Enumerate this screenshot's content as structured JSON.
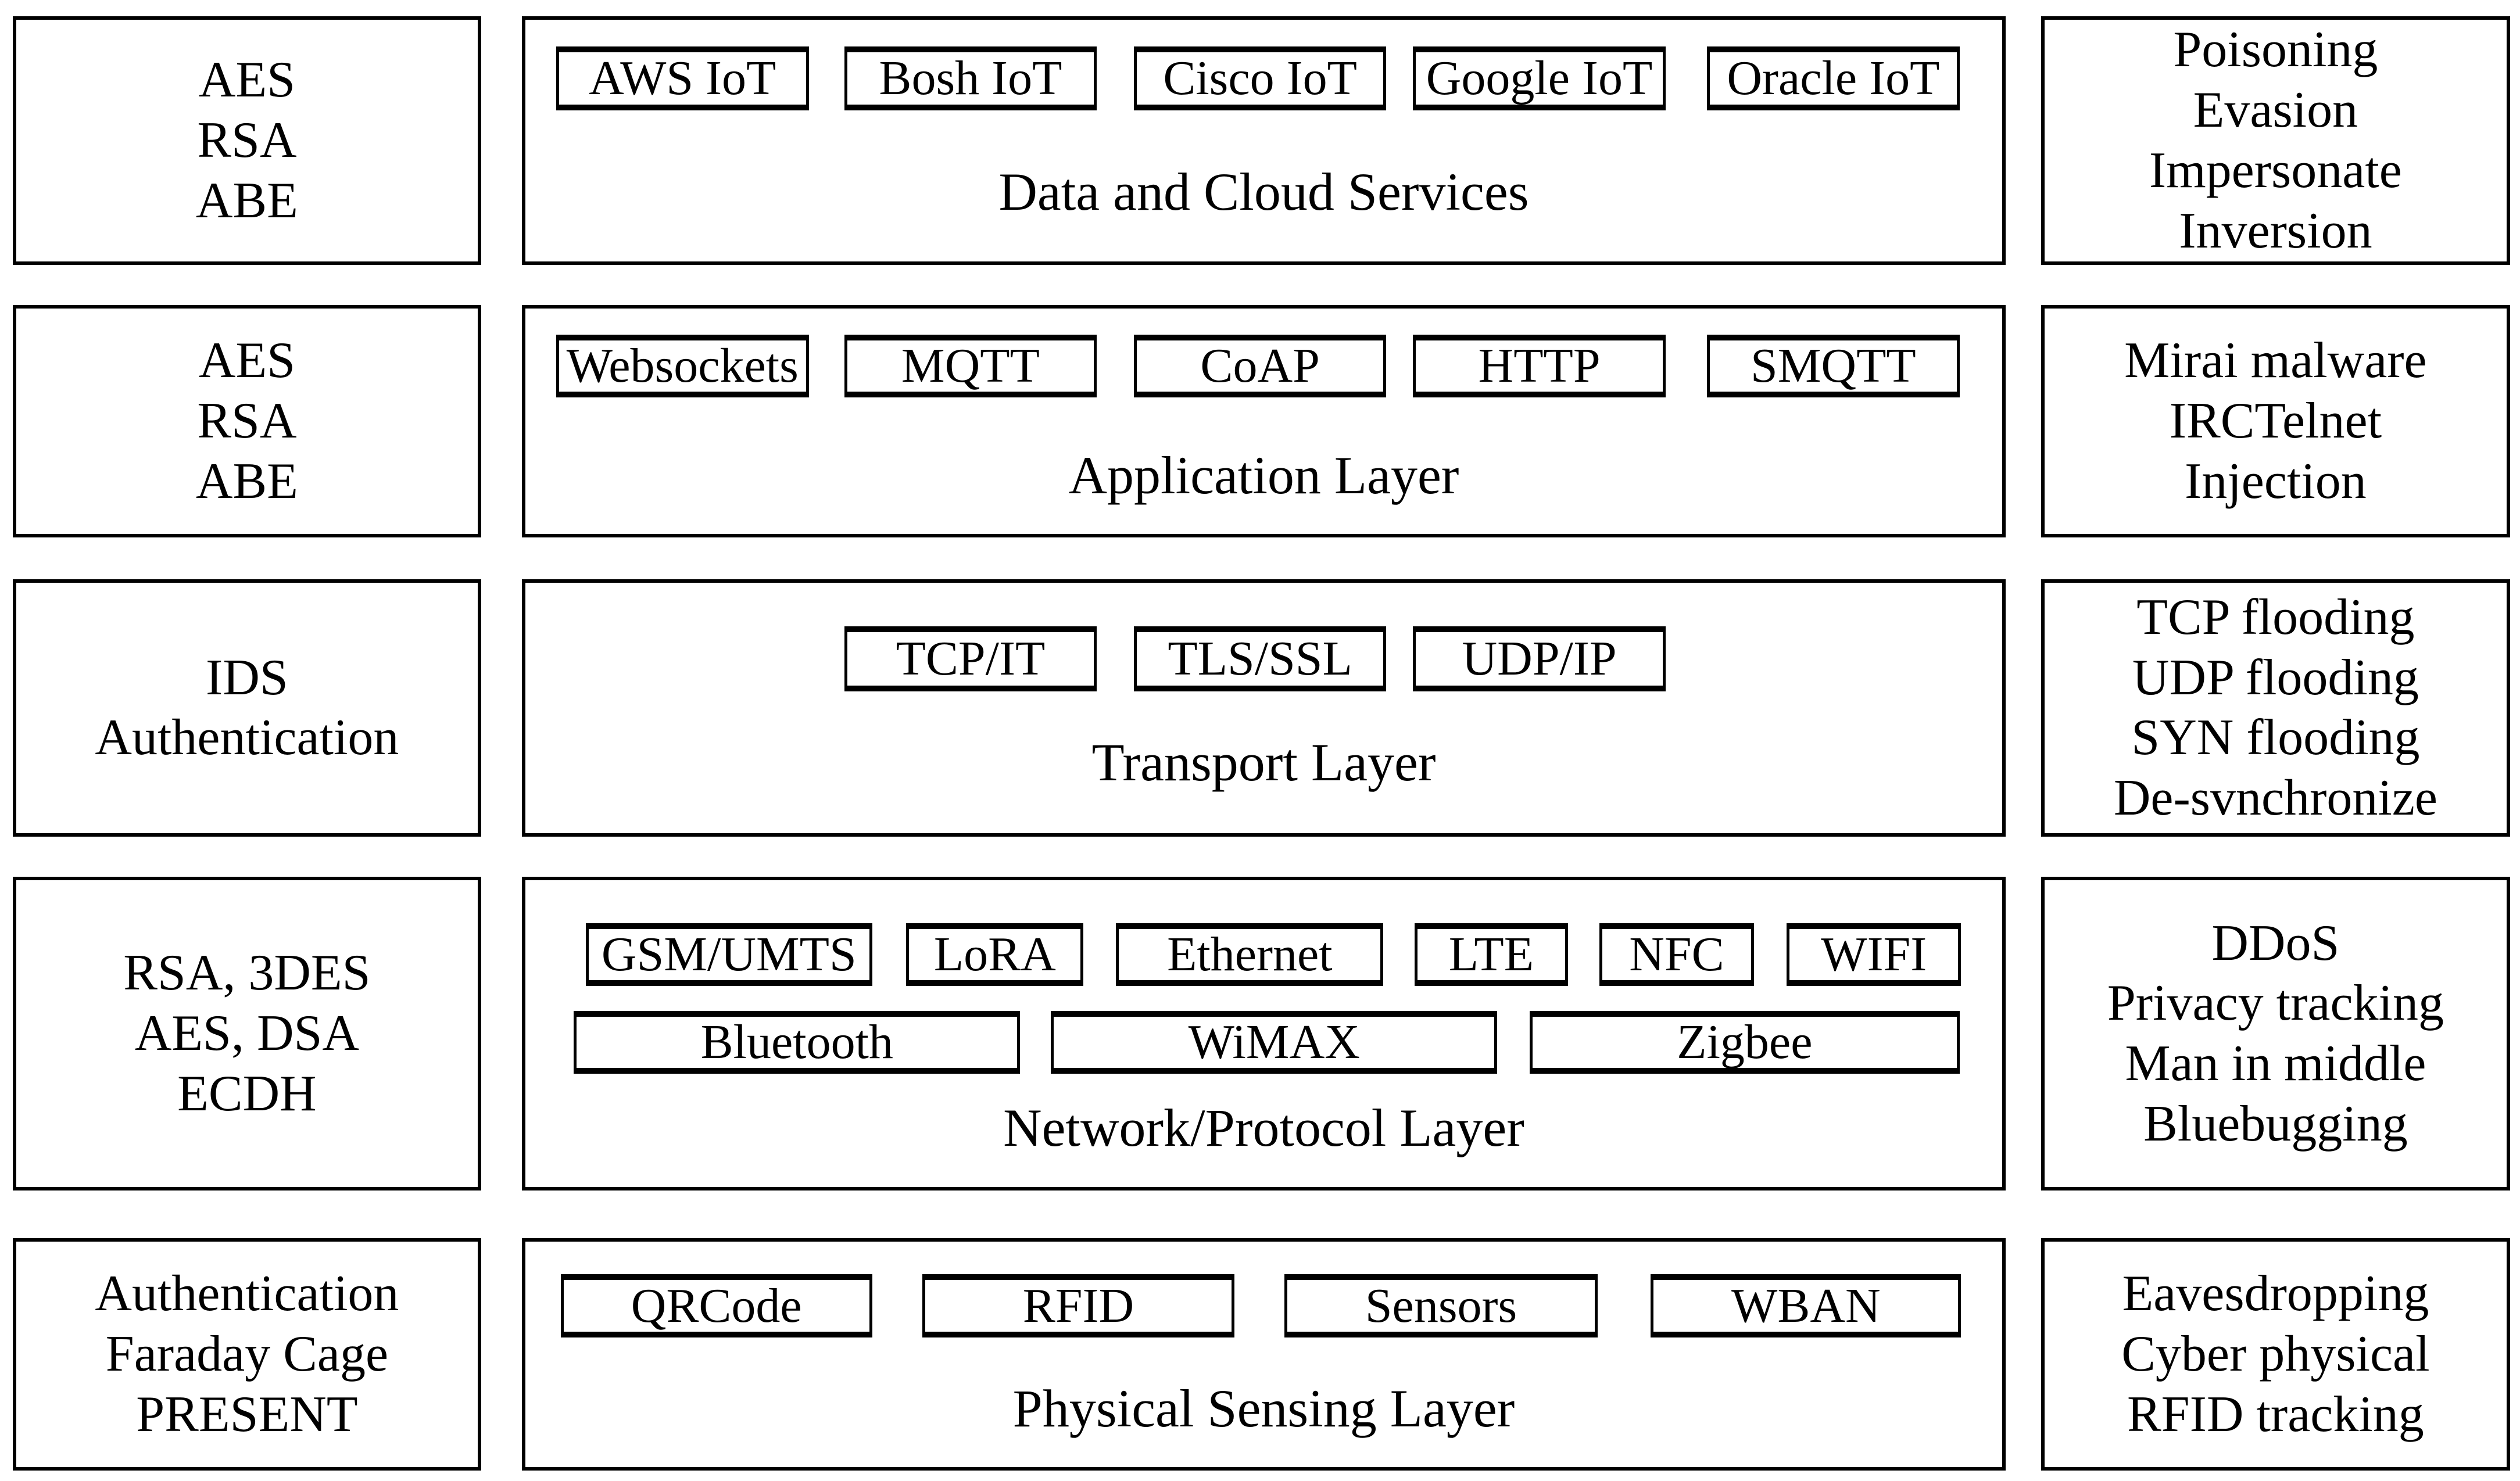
{
  "colors": {
    "background": "#ffffff",
    "border": "#000000",
    "text": "#000000"
  },
  "rows": [
    {
      "left": {
        "text": "AES\nRSA\nABE"
      },
      "middle": {
        "caption": "Data and Cloud Services",
        "boxes": [
          "AWS IoT",
          "Bosh IoT",
          "Cisco IoT",
          "Google IoT",
          "Oracle IoT"
        ]
      },
      "right": {
        "text": "Poisoning\nEvasion\nImpersonate\nInversion"
      }
    },
    {
      "left": {
        "text": "AES\nRSA\nABE"
      },
      "middle": {
        "caption": "Application Layer",
        "boxes": [
          "Websockets",
          "MQTT",
          "CoAP",
          "HTTP",
          "SMQTT"
        ]
      },
      "right": {
        "text": "Mirai malware\nIRCTelnet\nInjection"
      }
    },
    {
      "left": {
        "text": "IDS\nAuthentication"
      },
      "middle": {
        "caption": "Transport Layer",
        "boxes": [
          "TCP/IT",
          "TLS/SSL",
          "UDP/IP"
        ]
      },
      "right": {
        "text": "TCP flooding\nUDP flooding\nSYN flooding\nDe-svnchronize"
      }
    },
    {
      "left": {
        "text": "RSA, 3DES\nAES, DSA\nECDH"
      },
      "middle": {
        "caption": "Network/Protocol Layer",
        "boxes": [
          "GSM/UMTS",
          "LoRA",
          "Ethernet",
          "LTE",
          "NFC",
          "WIFI",
          "Bluetooth",
          "WiMAX",
          "Zigbee"
        ]
      },
      "right": {
        "text": "DDoS\nPrivacy tracking\nMan in middle\nBluebugging"
      }
    },
    {
      "left": {
        "text": "Authentication\nFaraday Cage\nPRESENT"
      },
      "middle": {
        "caption": "Physical Sensing Layer",
        "boxes": [
          "QRCode",
          "RFID",
          "Sensors",
          "WBAN"
        ]
      },
      "right": {
        "text": "Eavesdropping\nCyber physical\nRFID tracking"
      }
    }
  ]
}
